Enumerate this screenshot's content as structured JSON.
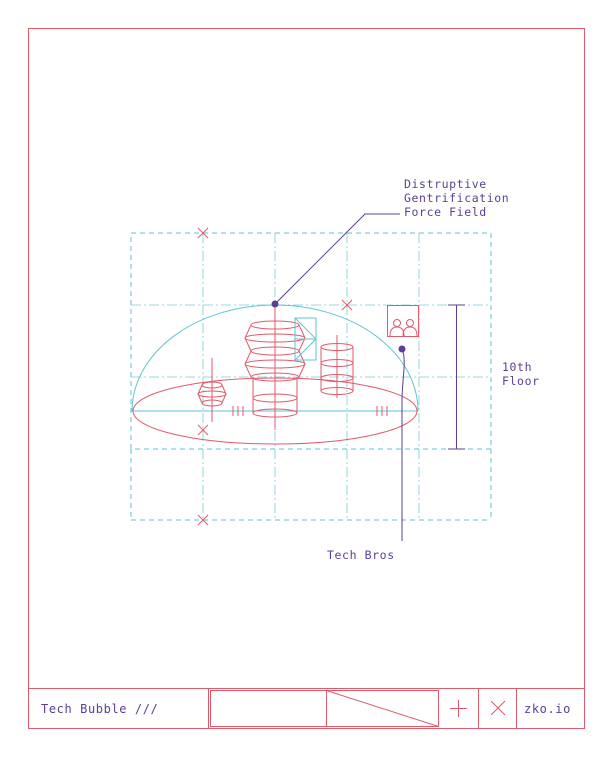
{
  "labels": {
    "force_field": [
      "Distruptive",
      "Gentrification",
      "Force Field"
    ],
    "floor": [
      "10th",
      "Floor"
    ],
    "tech_bros": "Tech Bros"
  },
  "footer": {
    "title": "Tech Bubble ///",
    "plus_icon": "plus-icon",
    "close_icon": "close-icon",
    "brand": "zko.io"
  },
  "colors": {
    "frame": "#e05a6a",
    "bubble": "#5ec6cf",
    "text": "#5b3f96"
  }
}
